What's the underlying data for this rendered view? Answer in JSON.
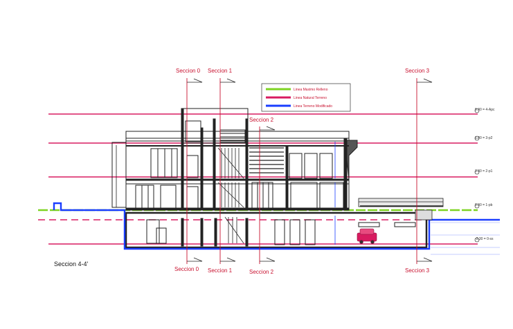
{
  "title": "Seccion 4-4'",
  "colors": {
    "relleno": "#7ed321",
    "natural": "#d81b60",
    "modificado": "#1a3dff",
    "section_label": "#c8102e",
    "structure": "#222222"
  },
  "legend": {
    "relleno": "Linea Maximo Relleno",
    "natural": "Linea Natural Terreno",
    "modificado": "Linea Terreno Modificado"
  },
  "sections_top": {
    "s0": "Seccion 0",
    "s1": "Seccion 1",
    "s2": "Seccion 2",
    "s3": "Seccion 3"
  },
  "sections_bottom": {
    "s0": "Seccion 0",
    "s1": "Seccion 1",
    "s2": "Seccion 2",
    "s3": "Seccion 3"
  },
  "levels": {
    "apc": "9.00 = 4-Apc",
    "p2": "6.00 = 3-p2",
    "p1": "3.30 = 2-p1",
    "pb": "0.00 = 1-pb",
    "ss": "-3.30 = 0-ss"
  },
  "icons": {
    "section_marker": "section-flag-icon",
    "level_marker": "level-datum-icon",
    "car": "car-icon"
  }
}
